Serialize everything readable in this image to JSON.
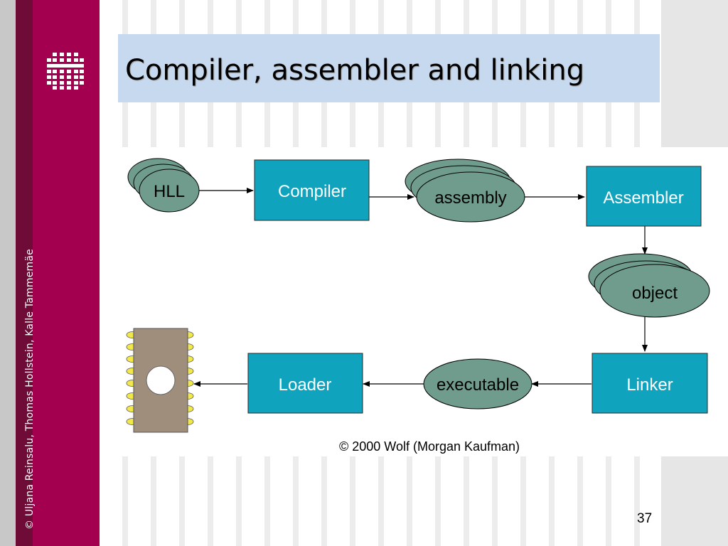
{
  "slide": {
    "title": "Compiler, assembler and linking",
    "page_number": "37",
    "side_credit": "© Uljana Reinsalu, Thomas Hollstein, Kalle Tammemäe"
  },
  "diagram": {
    "nodes": {
      "hll": "HLL",
      "compiler": "Compiler",
      "assembly": "assembly",
      "assembler": "Assembler",
      "object": "object",
      "linker": "Linker",
      "executable": "executable",
      "loader": "Loader"
    },
    "copyright": "© 2000 Wolf (Morgan Kaufman)"
  },
  "colors": {
    "process_box": "#0fa3be",
    "file_ellipse": "#6f9c8c",
    "title_bar": "#c6d9ef",
    "accent_band": "#a3004f",
    "chip_body": "#a08e7c",
    "chip_pins": "#f2e84a"
  }
}
